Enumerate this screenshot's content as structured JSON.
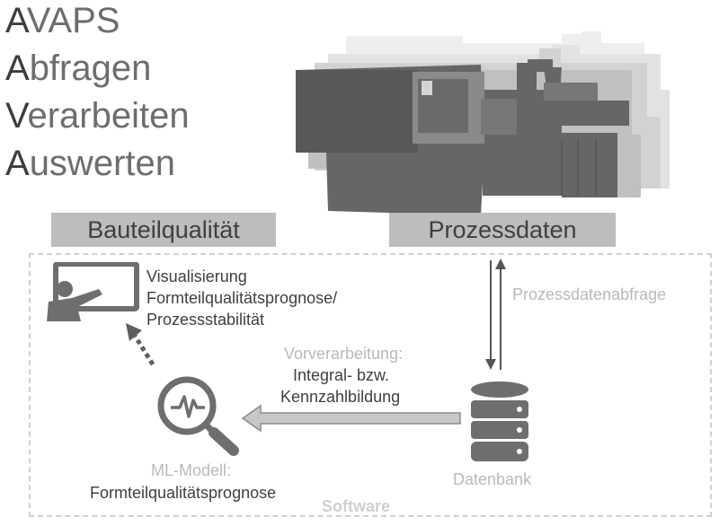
{
  "title": {
    "lines": [
      {
        "first": "A",
        "rest": "VAPS"
      },
      {
        "first": "A",
        "rest": "bfragen"
      },
      {
        "first": "V",
        "rest": "erarbeiten"
      },
      {
        "first": "A",
        "rest": "uswerten"
      }
    ]
  },
  "headers": {
    "left": "Bauteilqualität",
    "right": "Prozessdaten"
  },
  "visualization": {
    "line1": "Visualisierung",
    "line2": "Formteilqualitätsprognose/",
    "line3": "Prozessstabilität"
  },
  "query_label": "Prozessdatenabfrage",
  "preprocessing": {
    "title": "Vorverarbeitung:",
    "line1": "Integral- bzw.",
    "line2": "Kennzahlbildung"
  },
  "model": {
    "title": "ML-Modell:",
    "line1": "Formteilqualitätsprognose"
  },
  "database_label": "Datenbank",
  "software_label": "Software",
  "colors": {
    "machine": "#666666",
    "header_bg": "#bdbdbd",
    "light_text": "#b9b9b9",
    "dark_text": "#3f3f3f"
  },
  "icons": [
    "presentation-icon",
    "magnifier-chart-icon",
    "database-icon",
    "machine-image"
  ]
}
